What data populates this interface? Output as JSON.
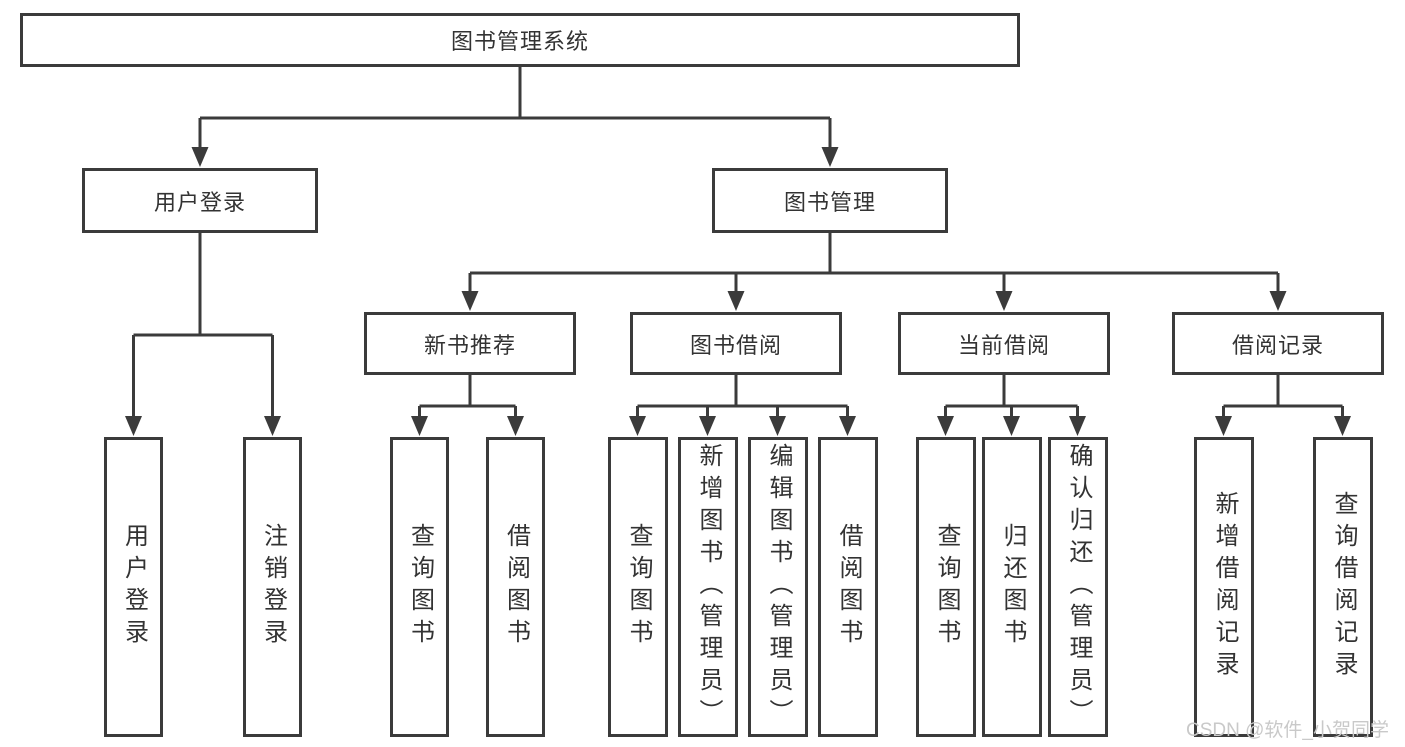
{
  "tree": {
    "root": {
      "label": "图书管理系统"
    },
    "branches": [
      {
        "label": "用户登录",
        "children": [
          {
            "label": "用户登录"
          },
          {
            "label": "注销登录"
          }
        ]
      },
      {
        "label": "图书管理",
        "children": [
          {
            "label": "新书推荐",
            "children": [
              {
                "label": "查询图书"
              },
              {
                "label": "借阅图书"
              }
            ]
          },
          {
            "label": "图书借阅",
            "children": [
              {
                "label": "查询图书"
              },
              {
                "label": "新增图书（管理员）"
              },
              {
                "label": "编辑图书（管理员）"
              },
              {
                "label": "借阅图书"
              }
            ]
          },
          {
            "label": "当前借阅",
            "children": [
              {
                "label": "查询图书"
              },
              {
                "label": "归还图书"
              },
              {
                "label": "确认归还（管理员）"
              }
            ]
          },
          {
            "label": "借阅记录",
            "children": [
              {
                "label": "新增借阅记录"
              },
              {
                "label": "查询借阅记录"
              }
            ]
          }
        ]
      }
    ]
  },
  "watermark": {
    "text": "CSDN @软件_小贺同学"
  },
  "colors": {
    "line": "#3b3b3b",
    "text": "#333333",
    "background": "#ffffff",
    "watermark": "#c9c9c9"
  }
}
